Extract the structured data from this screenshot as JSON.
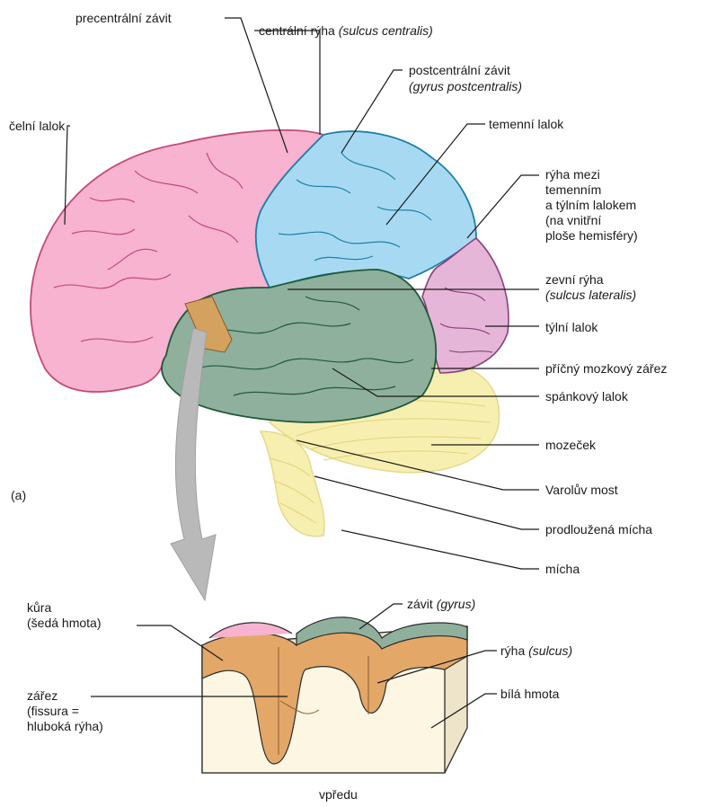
{
  "labels": {
    "precentral": "precentrální závit",
    "central_main": "centrální rýha ",
    "central_latin": "(sulcus centralis)",
    "postcentral_main": "postcentrální závit",
    "postcentral_latin": "(gyrus postcentralis)",
    "frontal": "čelní lalok",
    "parietal": "temenní lalok",
    "parieto_occipital": "rýha mezi\ntemenním\na týlním lalokem\n(na vnitřní\nploše hemisféry)",
    "lateral_main": "zevní rýha",
    "lateral_latin": "(sulcus lateralis)",
    "occipital": "týlní lalok",
    "transverse": "příčný mozkový zářez",
    "temporal": "spánkový lalok",
    "cerebellum": "mozeček",
    "pons": "Varolův most",
    "medulla": "prodloužená mícha",
    "spinal": "mícha",
    "panel": "(a)",
    "cortex": "kůra\n(šedá hmota)",
    "gyrus_main": "závit ",
    "gyrus_latin": "(gyrus)",
    "sulcus_main": "rýha ",
    "sulcus_latin": "(sulcus)",
    "fissure": "zářez\n(fissura =\nhluboká rýha)",
    "white_matter": "bílá hmota",
    "front": "vpředu"
  },
  "colors": {
    "frontal": "#f7b3cf",
    "parietal": "#a7daf2",
    "occipital": "#e6b6d8",
    "temporal": "#8fb09d",
    "cerebellum": "#f6efb0",
    "cortex": "#e3a768",
    "white_matter": "#fdf6e2",
    "arrow": "#b9b9b9"
  }
}
